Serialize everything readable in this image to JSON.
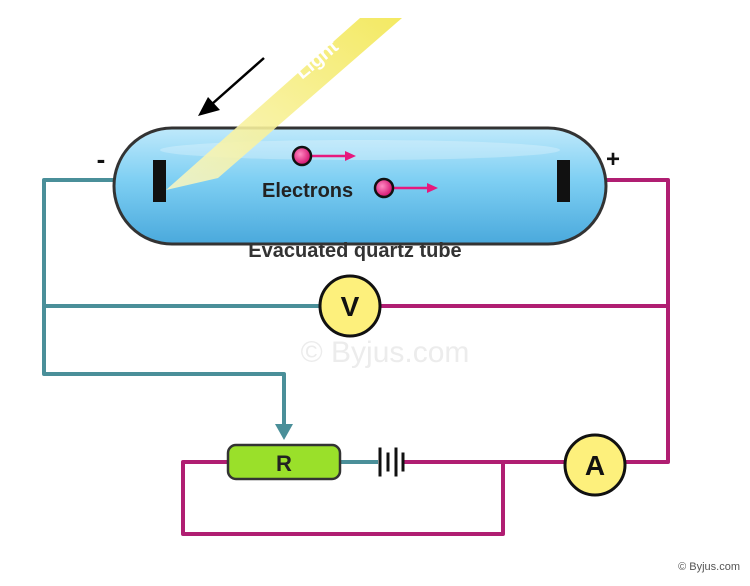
{
  "labels": {
    "light": "Light",
    "electrons": "Electrons",
    "tube": "Evacuated quartz tube",
    "cathode_sign": "-",
    "anode_sign": "+",
    "voltmeter": "V",
    "ammeter": "A",
    "resistor": "R",
    "watermark": "© Byjus.com",
    "credit": "© Byjus.com"
  },
  "colors": {
    "tube_fill": "#7ecff3",
    "tube_stroke": "#333333",
    "light_beam": "#f6ef8a",
    "teal_wire": "#4a8f99",
    "magenta_wire": "#b01e72",
    "meter_fill": "#fdf07c",
    "resistor_fill": "#9ae02a",
    "electron": "#e6197d",
    "electrode": "#111111"
  }
}
